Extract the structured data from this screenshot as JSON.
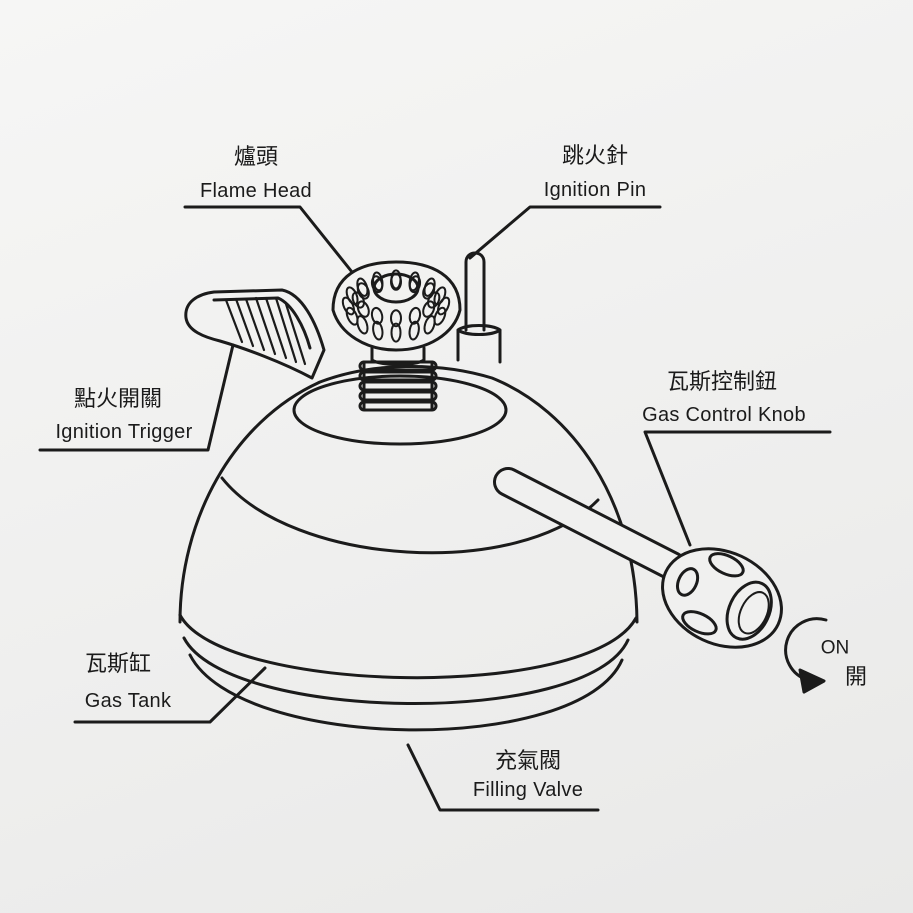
{
  "labels": {
    "flame_head": {
      "zh": "爐頭",
      "en": "Flame Head"
    },
    "ignition_pin": {
      "zh": "跳火針",
      "en": "Ignition Pin"
    },
    "ignition_trigger": {
      "zh": "點火開關",
      "en": "Ignition Trigger"
    },
    "gas_control_knob": {
      "zh": "瓦斯控制鈕",
      "en": "Gas Control Knob"
    },
    "gas_tank": {
      "zh": "瓦斯缸",
      "en": "Gas Tank"
    },
    "filling_valve": {
      "zh": "充氣閥",
      "en": "Filling Valve"
    }
  },
  "rotation": {
    "en": "ON",
    "zh": "開"
  },
  "colors": {
    "line": "#1b1b1b",
    "background": "#f1f1f0"
  }
}
